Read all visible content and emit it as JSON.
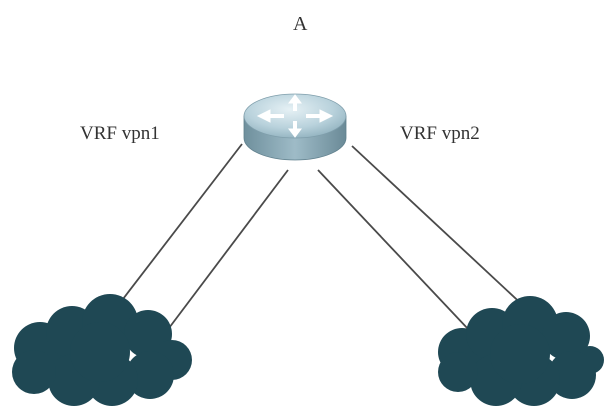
{
  "diagram": {
    "nodes": [
      {
        "id": "A",
        "label": "A",
        "kind": "router",
        "icon": "router-icon"
      },
      {
        "id": "cloud-left",
        "label": "",
        "kind": "cloud",
        "icon": "cloud-icon"
      },
      {
        "id": "cloud-right",
        "label": "",
        "kind": "cloud",
        "icon": "cloud-icon"
      }
    ],
    "edges": [
      {
        "from": "A",
        "to": "cloud-left",
        "count": 2,
        "vrf_label": "VRF vpn1"
      },
      {
        "from": "A",
        "to": "cloud-right",
        "count": 2,
        "vrf_label": "VRF vpn2"
      }
    ],
    "labels": {
      "router": "A",
      "vrf_left": "VRF vpn1",
      "vrf_right": "VRF vpn2"
    },
    "colors": {
      "cloud": "#1f4854",
      "link": "#4a4a4a",
      "router_body": "#8fb0bd",
      "router_top": "#cde0e8",
      "arrow": "#ffffff",
      "text": "#333333"
    }
  }
}
